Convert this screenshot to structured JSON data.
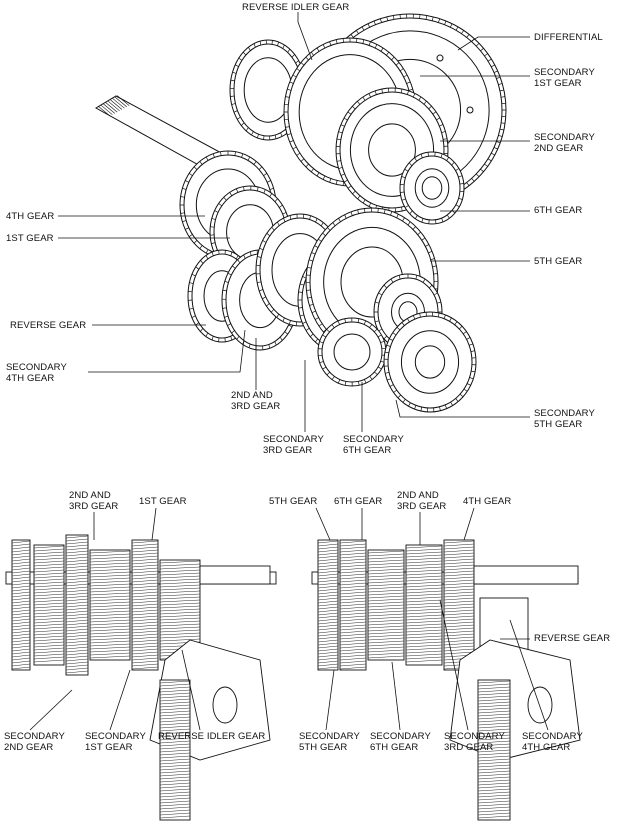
{
  "top": {
    "labels": {
      "reverse_idler": [
        "REVERSE IDLER GEAR"
      ],
      "differential": [
        "DIFFERENTIAL"
      ],
      "secondary_1st": [
        "SECONDARY",
        "1ST GEAR"
      ],
      "secondary_2nd": [
        "SECONDARY",
        "2ND GEAR"
      ],
      "sixth": [
        "6TH GEAR"
      ],
      "fifth": [
        "5TH GEAR"
      ],
      "fourth": [
        "4TH GEAR"
      ],
      "first": [
        "1ST GEAR"
      ],
      "reverse": [
        "REVERSE GEAR"
      ],
      "secondary_4th": [
        "SECONDARY",
        "4TH GEAR"
      ],
      "second_third": [
        "2ND AND",
        "3RD GEAR"
      ],
      "secondary_3rd": [
        "SECONDARY",
        "3RD GEAR"
      ],
      "secondary_6th": [
        "SECONDARY",
        "6TH GEAR"
      ],
      "secondary_5th": [
        "SECONDARY",
        "5TH GEAR"
      ]
    }
  },
  "bottom_left": {
    "labels": {
      "second_third": [
        "2ND AND",
        "3RD GEAR"
      ],
      "first": [
        "1ST GEAR"
      ],
      "secondary_2nd": [
        "SECONDARY",
        "2ND GEAR"
      ],
      "secondary_1st": [
        "SECONDARY",
        "1ST GEAR"
      ],
      "reverse_idler": [
        "REVERSE IDLER GEAR"
      ]
    }
  },
  "bottom_right": {
    "labels": {
      "fifth": [
        "5TH GEAR"
      ],
      "sixth": [
        "6TH GEAR"
      ],
      "second_third": [
        "2ND AND",
        "3RD GEAR"
      ],
      "fourth": [
        "4TH GEAR"
      ],
      "reverse": [
        "REVERSE GEAR"
      ],
      "secondary_5th": [
        "SECONDARY",
        "5TH GEAR"
      ],
      "secondary_6th": [
        "SECONDARY",
        "6TH GEAR"
      ],
      "secondary_3rd": [
        "SECONDARY",
        "3RD GEAR"
      ],
      "secondary_4th": [
        "SECONDARY",
        "4TH GEAR"
      ]
    }
  },
  "colors": {
    "ink": "#111111",
    "background": "#ffffff"
  }
}
